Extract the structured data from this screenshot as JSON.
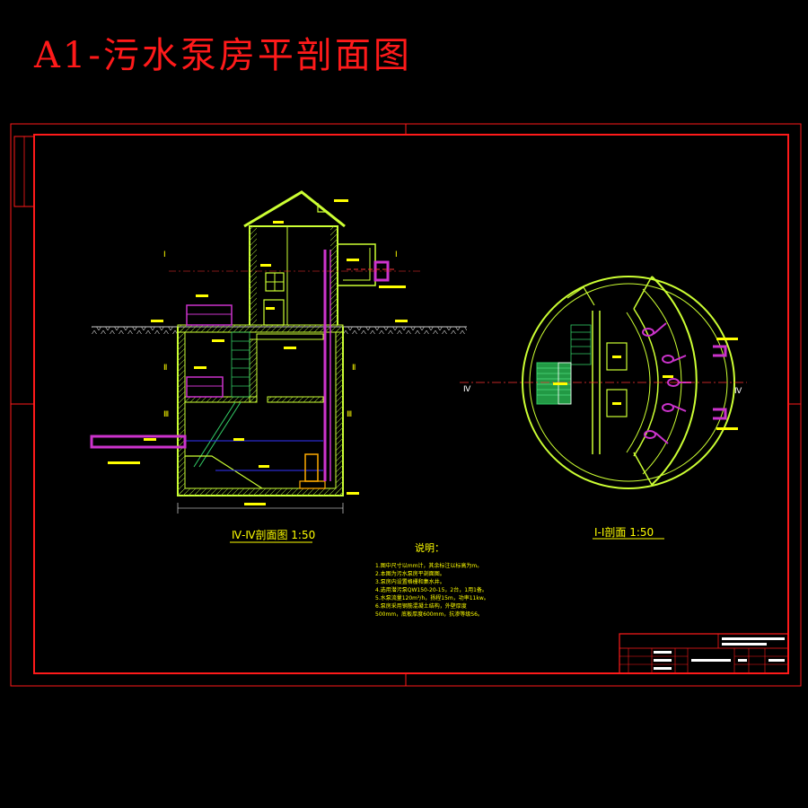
{
  "title": "A1-污水泵房平剖面图",
  "section_left": {
    "caption": "Ⅳ-Ⅳ剖面图 1:50",
    "markers": [
      "Ⅰ",
      "Ⅱ",
      "Ⅲ"
    ],
    "markers_right": [
      "Ⅰ",
      "Ⅱ",
      "Ⅲ"
    ]
  },
  "section_right": {
    "caption": "Ⅰ-Ⅰ剖面 1:50",
    "marker": "Ⅳ"
  },
  "notes": {
    "heading": "说明：",
    "lines": [
      "1.图中尺寸以mm计，其余标注以标高为m。",
      "2.本图为污水泵房平剖面图。",
      "3.泵房内设置格栅和集水井。",
      "4.选用潜污泵QW150-20-15，2台，1用1备。",
      "5.水泵流量120m³/h，扬程15m，功率11kw。",
      "6.泵房采用钢筋混凝土结构，外壁厚度",
      "  500mm，底板厚度600mm，抗渗等级S6。"
    ]
  },
  "colors": {
    "frame": "#ff1a1a",
    "wall": "#ccff33",
    "pipe": "#cc33cc",
    "water": "#3333ff",
    "label": "#ffff00"
  }
}
